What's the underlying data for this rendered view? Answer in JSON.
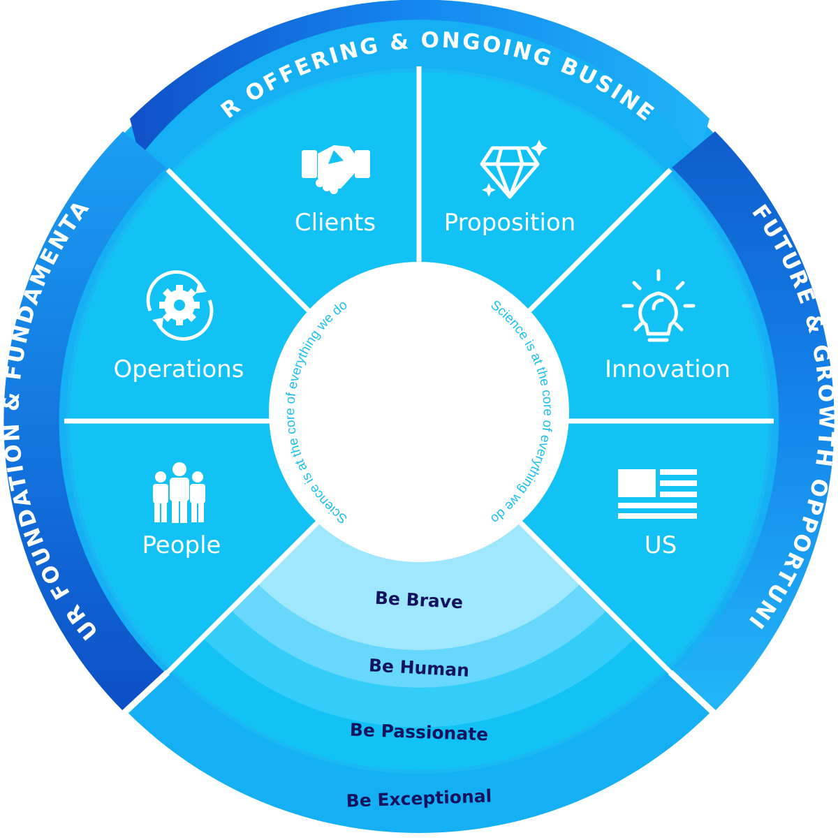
{
  "band_labels": {
    "top": "OUR OFFERING & ONGOING BUSINESS",
    "left": "OUR FOUNDATION & FUNDAMENTALS",
    "right": "OUR FUTURE & GROWTH OPPORTUNITIES"
  },
  "segments": {
    "clients": {
      "label": "Clients",
      "icon": "handshake-icon"
    },
    "proposition": {
      "label": "Proposition",
      "icon": "diamond-icon"
    },
    "innovation": {
      "label": "Innovation",
      "icon": "lightbulb-icon"
    },
    "us": {
      "label": "US",
      "icon": "us-flag-icon"
    },
    "people": {
      "label": "People",
      "icon": "people-group-icon"
    },
    "operations": {
      "label": "Operations",
      "icon": "gear-cycle-icon"
    }
  },
  "values": [
    "Be Brave",
    "Be Human",
    "Be Passionate",
    "Be Exceptional"
  ],
  "center": {
    "left_text": "Science is at the core of everything we do",
    "right_text": "Science is at the core of everything we do"
  },
  "colors": {
    "outer_dark": "#0f5fce",
    "outer_light": "#1aa3f3",
    "segment": "#12c2f4",
    "inner_band": "#1ab8f2",
    "value_1": "#9fe7fd",
    "value_2": "#67d8fb",
    "value_3": "#34ccf8",
    "value_4": "#12c2f4",
    "text_dark": "#14135f"
  }
}
